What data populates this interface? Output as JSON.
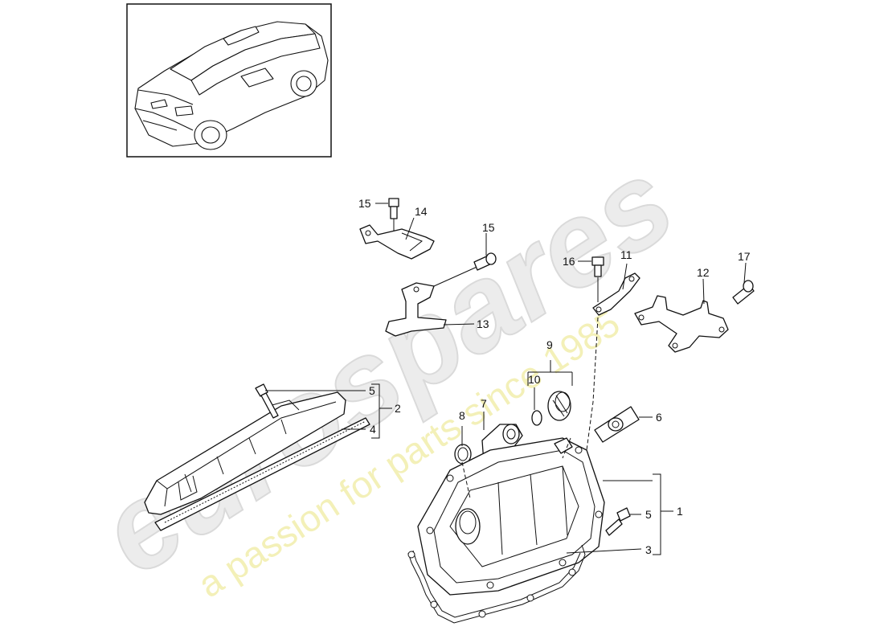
{
  "watermark": {
    "brand": "eurospares",
    "tagline": "a passion for parts since 1985"
  },
  "callouts": {
    "c1": "1",
    "c2": "2",
    "c3": "3",
    "c4": "4",
    "c5a": "5",
    "c5b": "5",
    "c6": "6",
    "c7": "7",
    "c8": "8",
    "c9": "9",
    "c10": "10",
    "c11": "11",
    "c12": "12",
    "c13": "13",
    "c14": "14",
    "c15a": "15",
    "c15b": "15",
    "c16": "16",
    "c17": "17"
  },
  "colors": {
    "line": "#111111",
    "watermark": "#ececec",
    "tagline": "#f3f0b8"
  }
}
